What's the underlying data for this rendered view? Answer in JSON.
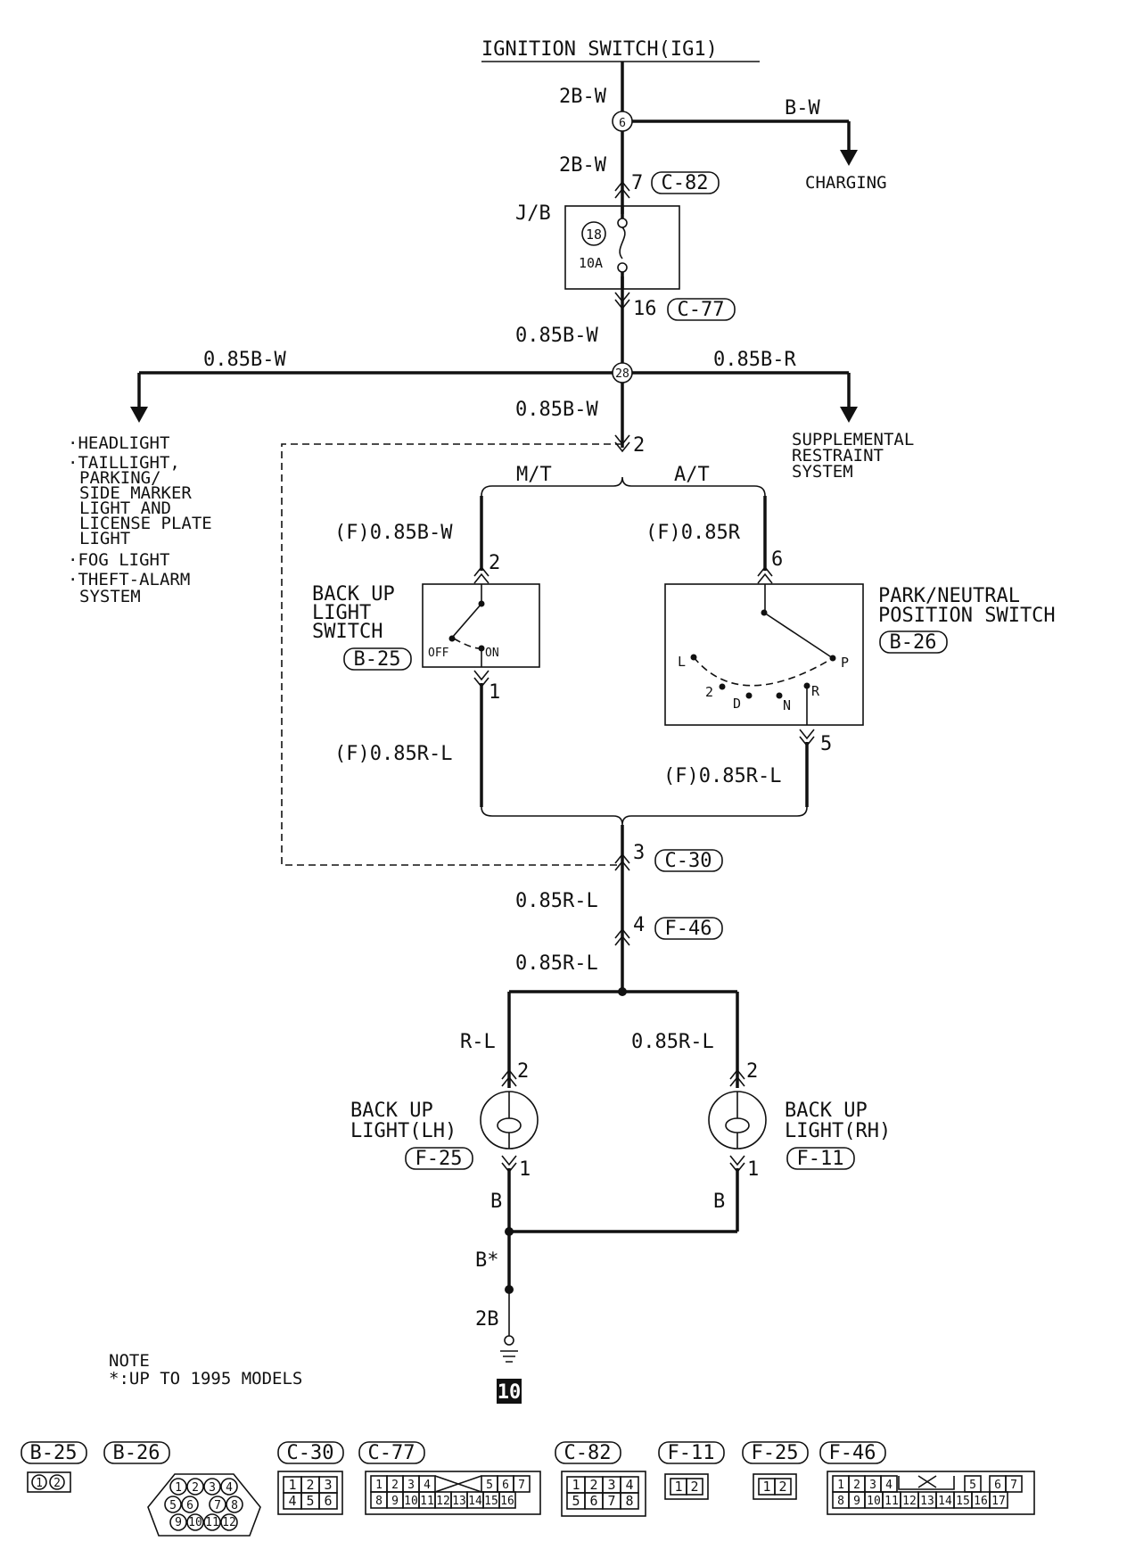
{
  "title": "IGNITION SWITCH(IG1)",
  "wires": {
    "w_top": "2B-W",
    "w_bw": "B-W",
    "w_2bw": "2B-W",
    "w_085bw_a": "0.85B-W",
    "w_085bw_left": "0.85B-W",
    "w_085br": "0.85B-R",
    "w_085bw_b": "0.85B-W",
    "mt_top": "(F)0.85B-W",
    "at_top": "(F)0.85R",
    "mt_bot": "(F)0.85R-L",
    "at_bot": "(F)0.85R-L",
    "w_085rl_a": "0.85R-L",
    "w_085rl_b": "0.85R-L",
    "w_rl": "R-L",
    "w_085rl_c": "0.85R-L",
    "w_b_l": "B",
    "w_b_r": "B",
    "w_bstar": "B*",
    "w_2b": "2B"
  },
  "splices": {
    "s6": "6",
    "s28": "28"
  },
  "pins": {
    "p7": "7",
    "p16": "16",
    "p2_top": "2",
    "p_mt2": "2",
    "p_mt1": "1",
    "p_at6": "6",
    "p_at5": "5",
    "p3": "3",
    "p4": "4",
    "p_lh2": "2",
    "p_lh1": "1",
    "p_rh2": "2",
    "p_rh1": "1"
  },
  "connectors": {
    "c82": "C-82",
    "c77": "C-77",
    "c30": "C-30",
    "f46": "F-46",
    "b25": "B-25",
    "b26": "B-26",
    "f25": "F-25",
    "f11": "F-11"
  },
  "jb": {
    "label": "J/B",
    "fuse_no": "18",
    "fuse_amp": "10A"
  },
  "destinations": {
    "charging": "CHARGING",
    "left_list": [
      "·HEADLIGHT",
      "·TAILLIGHT,",
      "PARKING/",
      "SIDE MARKER",
      "LIGHT AND",
      "LICENSE PLATE",
      "LIGHT",
      "·FOG LIGHT",
      "·THEFT-ALARM",
      "SYSTEM"
    ],
    "srs": [
      "SUPPLEMENTAL",
      "RESTRAINT",
      "SYSTEM"
    ]
  },
  "trans": {
    "mt": "M/T",
    "at": "A/T"
  },
  "backup_switch": {
    "lines": [
      "BACK UP",
      "LIGHT",
      "SWITCH"
    ],
    "off": "OFF",
    "on": "ON"
  },
  "pn_switch": {
    "lines": [
      "PARK/NEUTRAL",
      "POSITION SWITCH"
    ],
    "positions": [
      "L",
      "2",
      "D",
      "N",
      "R",
      "P"
    ]
  },
  "lamp_lh": {
    "lines": [
      "BACK UP",
      "LIGHT(LH)"
    ]
  },
  "lamp_rh": {
    "lines": [
      "BACK UP",
      "LIGHT(RH)"
    ]
  },
  "ground": "10",
  "note": {
    "title": "NOTE",
    "text": "*:UP TO 1995 MODELS"
  },
  "connector_faces": {
    "labels": [
      "B-25",
      "B-26",
      "C-30",
      "C-77",
      "C-82",
      "F-11",
      "F-25",
      "F-46"
    ],
    "b25": [
      "1",
      "2"
    ],
    "b26": [
      [
        "1",
        "2",
        "3",
        "4"
      ],
      [
        "5",
        "6",
        "7",
        "8"
      ],
      [
        "9",
        "10",
        "11",
        "12"
      ]
    ],
    "c30": [
      [
        "1",
        "2",
        "3"
      ],
      [
        "4",
        "5",
        "6"
      ]
    ],
    "c77": [
      [
        "1",
        "2",
        "3",
        "4",
        "5",
        "6",
        "7"
      ],
      [
        "8",
        "9",
        "10",
        "11",
        "12",
        "13",
        "14",
        "15",
        "16"
      ]
    ],
    "c82": [
      [
        "1",
        "2",
        "3",
        "4"
      ],
      [
        "5",
        "6",
        "7",
        "8"
      ]
    ],
    "f11": [
      "1",
      "2"
    ],
    "f25": [
      "1",
      "2"
    ],
    "f46": [
      [
        "1",
        "2",
        "3",
        "4",
        "5",
        "6",
        "7"
      ],
      [
        "8",
        "9",
        "10",
        "11",
        "12",
        "13",
        "14",
        "15",
        "16",
        "17"
      ]
    ]
  }
}
